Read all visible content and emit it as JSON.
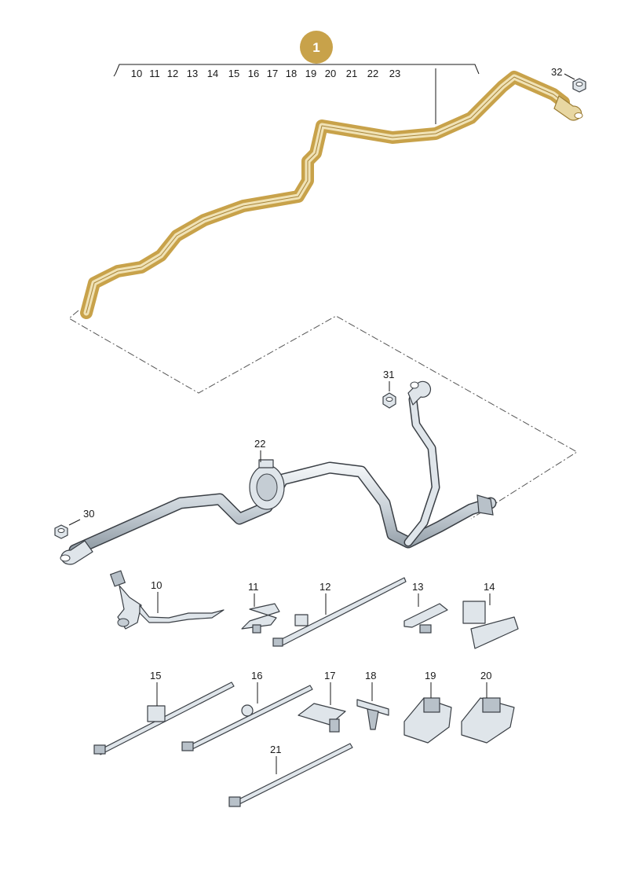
{
  "assembly": {
    "number": "1",
    "sub_items": [
      "10",
      "11",
      "12",
      "13",
      "14",
      "15",
      "16",
      "17",
      "18",
      "19",
      "20",
      "21",
      "22",
      "23"
    ],
    "highlight_color": "#c8a24a"
  },
  "callouts": {
    "c10": "10",
    "c11": "11",
    "c12": "12",
    "c13": "13",
    "c14": "14",
    "c15": "15",
    "c16": "16",
    "c17": "17",
    "c18": "18",
    "c19": "19",
    "c20": "20",
    "c21": "21",
    "c22": "22",
    "c30": "30",
    "c31": "31",
    "c32": "32"
  }
}
